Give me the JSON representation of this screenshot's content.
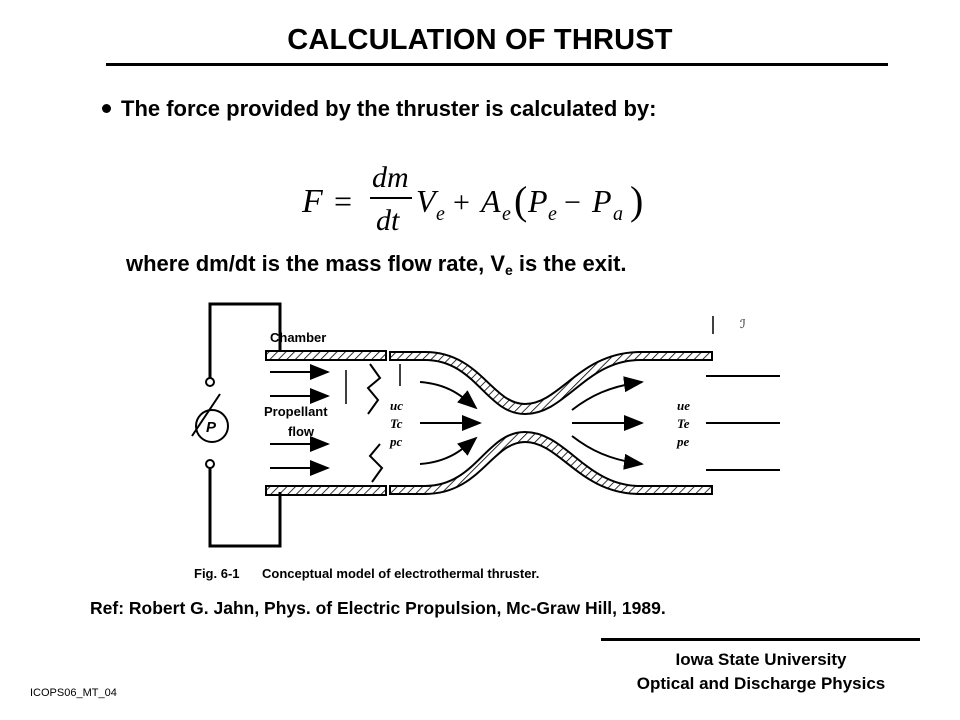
{
  "title": "CALCULATION OF THRUST",
  "bullet": "The force provided by the thruster is calculated by:",
  "formula": {
    "lhs": "F",
    "eq": "=",
    "num": "dm",
    "den": "dt",
    "v": "V",
    "v_sub": "e",
    "plus": "+",
    "a": "A",
    "a_sub": "e",
    "lparen": "(",
    "p1": "P",
    "p1_sub": "e",
    "minus": "−",
    "p2": "P",
    "p2_sub": "a",
    "rparen": ")"
  },
  "where": {
    "text_before": "where dm/dt is the mass flow rate, V",
    "sub": "e",
    "text_after": " is the exit."
  },
  "figure": {
    "chamber_label": "Chamber",
    "propellant_label": "Propellant",
    "flow_label": "flow",
    "pump_label": "P",
    "chamber_vars": [
      "uc",
      "Tc",
      "pc"
    ],
    "exit_vars": [
      "ue",
      "Te",
      "pe"
    ],
    "caption_num": "Fig. 6-1",
    "caption_text": "Conceptual model of electrothermal thruster."
  },
  "reference": "Ref: Robert G. Jahn, Phys. of Electric Propulsion, Mc-Graw Hill, 1989.",
  "affiliation": {
    "line1": "Iowa State University",
    "line2": "Optical and Discharge Physics"
  },
  "slide_id": "ICOPS06_MT_04"
}
